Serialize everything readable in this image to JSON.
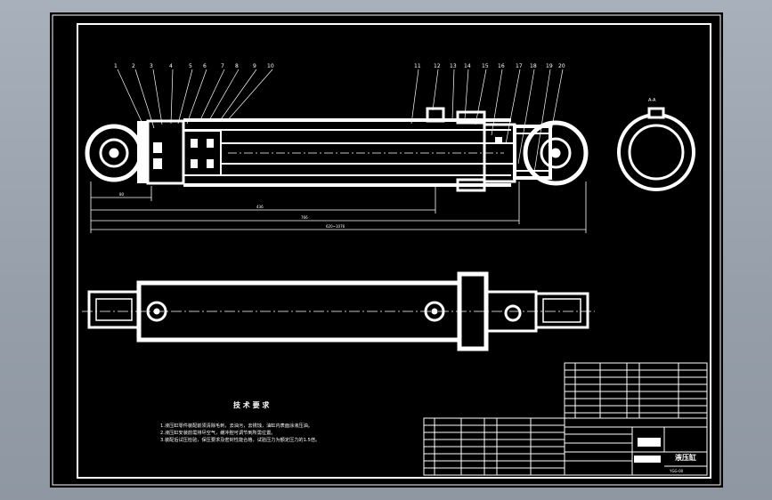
{
  "drawing": {
    "balloons": [
      "1",
      "2",
      "3",
      "4",
      "5",
      "6",
      "7",
      "8",
      "9",
      "10",
      "11",
      "12",
      "13",
      "14",
      "15",
      "16",
      "17",
      "18",
      "19",
      "20"
    ],
    "dimensions": [
      "80",
      "436",
      "766",
      "620~1076"
    ],
    "section_labels": [
      "A-A"
    ],
    "notes": {
      "title": "技 术 要 求",
      "items": [
        "1.液压缸零件装配前须清除毛刺，去油污，去锈蚀，油缸内表面涂液压油。",
        "2.液压缸安装前需排尽空气，缓冲腔可调节到所需位置。",
        "3.装配后试压检验，保压要求及密封性能合格，试验压力为额定压力的1.5倍。"
      ]
    },
    "title_block": {
      "name": "液压缸",
      "drawing_no": "YGG-00"
    }
  }
}
